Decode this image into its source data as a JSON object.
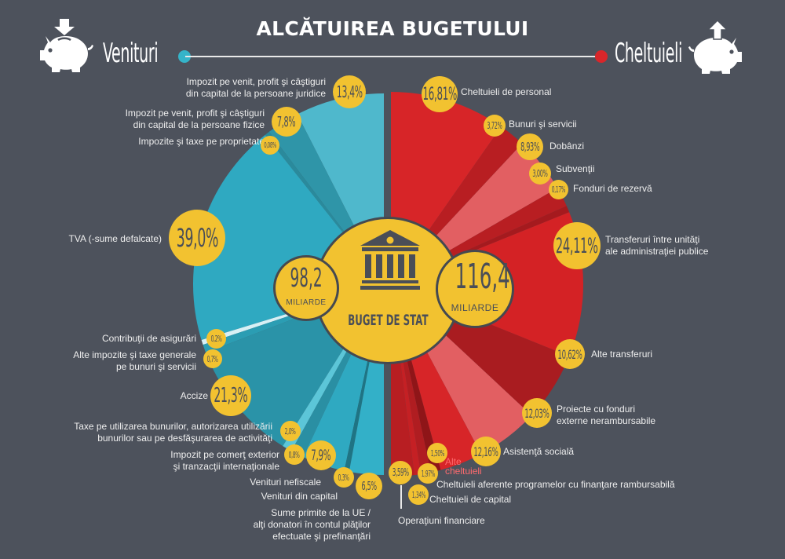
{
  "header": {
    "title": "ALCĂTUIREA BUGETULUI",
    "left_label": "Venituri",
    "right_label": "Cheltuieli",
    "left_icon": "piggy-bank-deposit-icon",
    "right_icon": "piggy-bank-withdraw-icon",
    "left_dot_color": "#35b4c9",
    "right_dot_color": "#d9262a"
  },
  "center": {
    "label": "BUGET DE STAT",
    "icon": "bank-building-icon",
    "revenue_total": "98,2",
    "revenue_unit": "MILIARDE",
    "expense_total": "116,4",
    "expense_unit": "MILIARDE"
  },
  "chart_data": [
    {
      "type": "pie",
      "title": "Venituri",
      "subtitle": "98,2 miliarde",
      "unit": "%",
      "categories": [
        "Impozit pe venit, profit şi câştiguri din capital de la persoane juridice",
        "Impozit pe venit, profit şi câştiguri din capital de la persoane fizice",
        "Impozite şi taxe pe proprietate",
        "TVA (-sume defalcate)",
        "Contribuţii de asigurări",
        "Alte impozite şi taxe generale pe bunuri şi servicii",
        "Accize",
        "Taxe pe utilizarea bunurilor, autorizarea utilizării bunurilor sau pe desfăşurarea de activităţi",
        "Impozit pe comerţ exterior şi tranzacţii internaţionale",
        "Venituri nefiscale",
        "Venituri din capital",
        "Sume primite de la UE / alţi donatori în contul plăţilor efectuate şi prefinanţări"
      ],
      "values": [
        13.4,
        7.8,
        0.08,
        39.0,
        0.2,
        0.7,
        21.3,
        2.0,
        0.8,
        7.9,
        0.3,
        6.5
      ],
      "labels_display": [
        "13,4%",
        "7,8%",
        "0,08%",
        "39,0%",
        "0,2%",
        "0,7%",
        "21,3%",
        "2,0%",
        "0,8%",
        "7,9%",
        "0,3%",
        "6,5%"
      ]
    },
    {
      "type": "pie",
      "title": "Cheltuieli",
      "subtitle": "116,4 miliarde",
      "unit": "%",
      "categories": [
        "Cheltuieli de personal",
        "Bunuri şi servicii",
        "Dobânzi",
        "Subvenţii",
        "Fonduri de rezervă",
        "Transferuri între unităţi ale administraţiei publice",
        "Alte transferuri",
        "Proiecte cu fonduri externe nerambursabile",
        "Asistenţă socială",
        "Alte cheltuieli",
        "Cheltuieli aferente programelor cu finanţare rambursabilă",
        "Cheltuieli de capital",
        "Operaţiuni financiare"
      ],
      "values": [
        16.81,
        3.72,
        8.93,
        3.0,
        0.17,
        24.11,
        10.62,
        12.03,
        12.16,
        1.5,
        1.97,
        1.34,
        3.59
      ],
      "labels_display": [
        "16,81%",
        "3,72%",
        "8,93%",
        "3,00%",
        "0,17%",
        "24,11%",
        "10,62%",
        "12,03%",
        "12,16%",
        "1,50%",
        "1,97%",
        "1,34%",
        "3,59%"
      ]
    }
  ],
  "revenue_labels": {
    "pj": "Impozit pe venit, profit şi câştiguri\ndin capital de la persoane juridice",
    "pf": "Impozit pe venit, profit şi câştiguri\ndin capital de la persoane fizice",
    "prop": "Impozite şi taxe pe proprietate",
    "tva": "TVA (-sume defalcate)",
    "contrib": "Contribuţii de asigurări",
    "alte": "Alte impozite şi taxe generale\npe bunuri şi servicii",
    "accize": "Accize",
    "taxe": "Taxe pe utilizarea bunurilor, autorizarea utilizării\nbunurilor sau pe desfăşurarea de activităţi",
    "comert": "Impozit pe comerţ exterior\nşi tranzacţii internaţionale",
    "nefiscale": "Venituri nefiscale",
    "capital": "Venituri din capital",
    "ue": "Sume primite de la UE /\nalţi donatori în contul plăţilor\nefectuate şi prefinanţări"
  },
  "revenue_values": {
    "pj": "13,4%",
    "pf": "7,8%",
    "prop": "0,08%",
    "tva": "39,0%",
    "contrib": "0,2%",
    "alte": "0,7%",
    "accize": "21,3%",
    "taxe": "2,0%",
    "comert": "0,8%",
    "v79": "7,9%",
    "nefiscale": "0,3%",
    "ue": "6,5%"
  },
  "expense_labels": {
    "personal": "Cheltuieli de personal",
    "bunuri": "Bunuri şi servicii",
    "dobanzi": "Dobânzi",
    "subventii": "Subvenţii",
    "fonduri": "Fonduri de rezervă",
    "transferuri": "Transferuri între unităţi\nale administraţiei publice",
    "alte_transferuri": "Alte transferuri",
    "proiecte": "Proiecte cu fonduri\nexterne nerambursabile",
    "asistenta": "Asistenţă socială",
    "alte_chelt": "Alte\ncheltuieli",
    "programe": "Cheltuieli aferente programelor cu finanţare rambursabilă",
    "capital": "Cheltuieli de capital",
    "operatiuni": "Operaţiuni financiare"
  },
  "expense_values": {
    "personal": "16,81%",
    "bunuri": "3,72%",
    "dobanzi": "8,93%",
    "subventii": "3,00%",
    "fonduri": "0,17%",
    "transferuri": "24,11%",
    "alte_transferuri": "10,62%",
    "proiecte": "12,03%",
    "asistenta": "12,16%",
    "alte_chelt": "1,50%",
    "programe": "1,97%",
    "capital": "1,34%",
    "operatiuni": "3,59%"
  },
  "colors": {
    "background": "#4d525c",
    "bubble": "#f2c230",
    "bubble_text": "#4a4e57",
    "alte_cheltuieli_label": "#ff6b6e"
  }
}
